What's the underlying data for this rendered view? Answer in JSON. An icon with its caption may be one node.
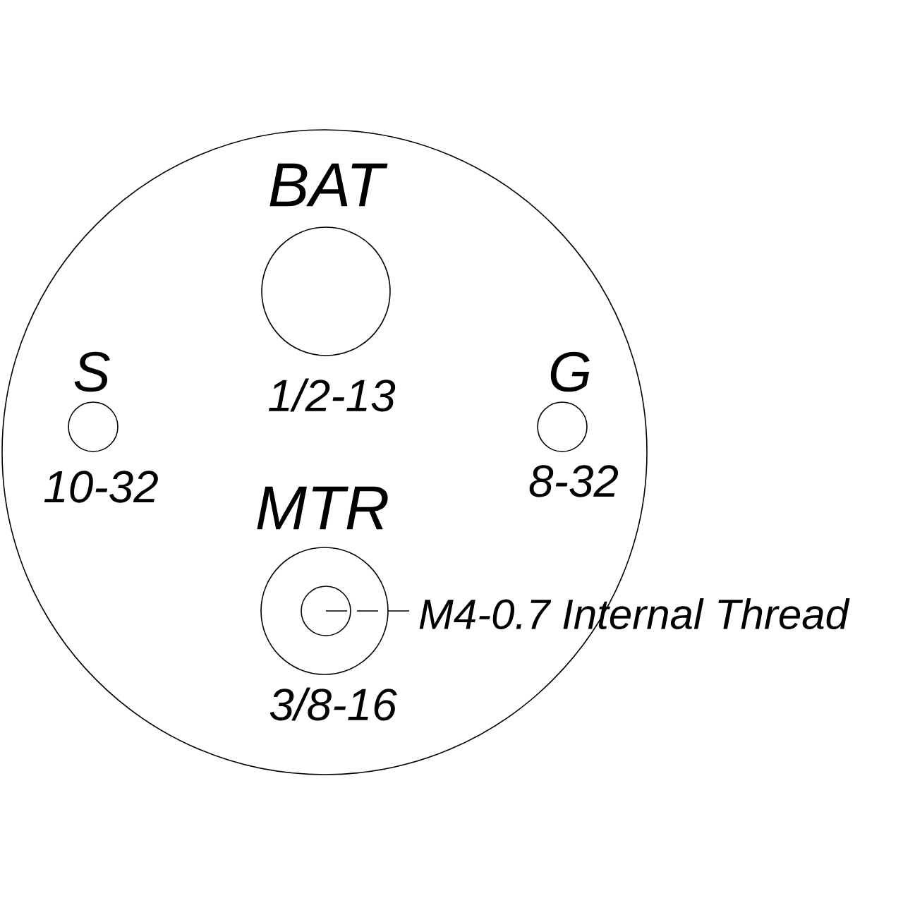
{
  "diagram": {
    "nodes": [
      {
        "text": [],
        "shape": "circle"
      },
      {
        "text": [
          "BAT"
        ],
        "beside": [
          "1/2-13"
        ],
        "in": 0
      },
      {
        "text": [
          "S"
        ],
        "beside": [
          "10-32"
        ],
        "in": 0
      },
      {
        "text": [
          "G"
        ],
        "beside": [
          "8-32"
        ],
        "in": 0
      },
      {
        "text": [
          "MTR"
        ],
        "beside": [
          "3/8-16"
        ],
        "in": 0
      },
      {
        "text": [],
        "shape": "circle",
        "in": 4
      },
      {
        "text": [
          "M4-0.7 Internal Thread"
        ]
      }
    ],
    "edges": [
      {
        "from": 6,
        "to": 5,
        "arrow": "none",
        "style": "dashed"
      }
    ]
  }
}
